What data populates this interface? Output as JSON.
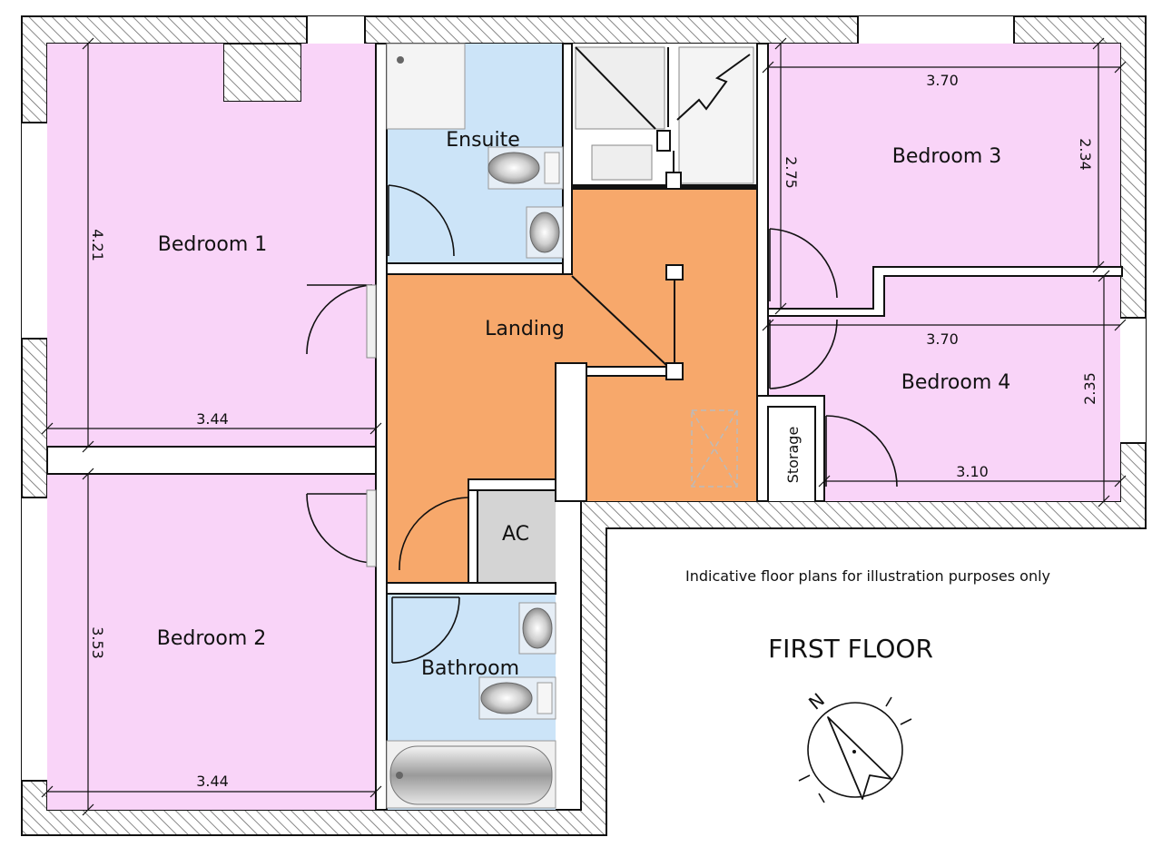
{
  "plan": {
    "title": "FIRST FLOOR",
    "note": "Indicative floor plans for illustration purposes only",
    "compass_label": "N",
    "colors": {
      "bedroom": "#f9d4f8",
      "wet": "#cce4f8",
      "landing": "#f7a86b",
      "utility": "#d4d4d4",
      "wall": "#111111",
      "hatch": "#6b6b6b"
    },
    "rooms": {
      "bedroom1": "Bedroom 1",
      "bedroom2": "Bedroom 2",
      "bedroom3": "Bedroom 3",
      "bedroom4": "Bedroom 4",
      "ensuite": "Ensuite",
      "landing": "Landing",
      "bathroom": "Bathroom",
      "ac": "AC",
      "storage": "Storage"
    },
    "dimensions": {
      "bedroom1_width": "3.44",
      "bedroom1_height": "4.21",
      "bedroom2_width": "3.44",
      "bedroom2_height": "3.53",
      "bedroom3_width": "3.70",
      "bedroom3_height_left": "2.75",
      "bedroom3_height_right": "2.34",
      "bedroom4_width_top": "3.70",
      "bedroom4_width_bottom": "3.10",
      "bedroom4_height": "2.35"
    }
  }
}
